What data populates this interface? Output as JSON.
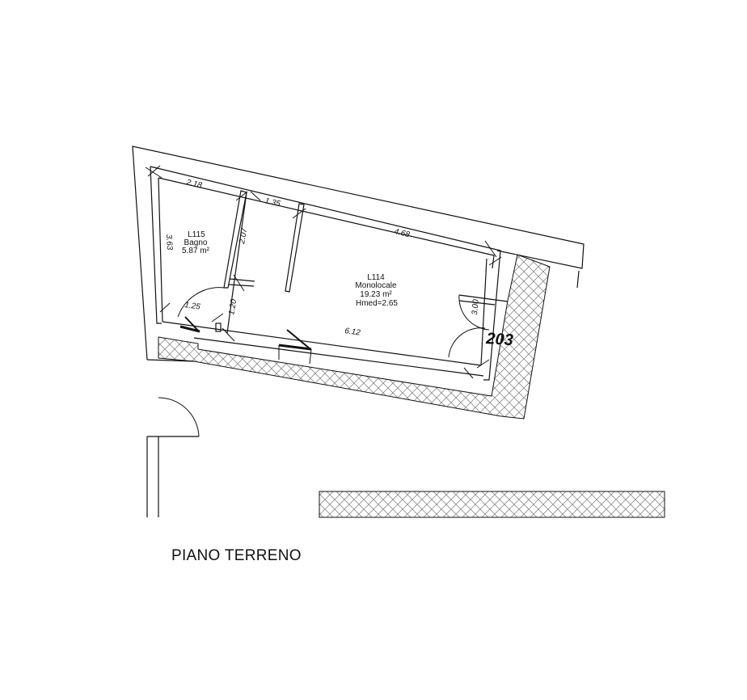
{
  "plan": {
    "title": "PIANO TERRENO",
    "unit_number": "203",
    "rooms": [
      {
        "code": "L115",
        "name": "Bagno",
        "area": "5.87 m²"
      },
      {
        "code": "L114",
        "name": "Monolocale",
        "area": "19.23 m²",
        "height": "Hmed=2.65"
      }
    ],
    "dimensions": {
      "d218": "2.18",
      "d135": "1.35",
      "d468": "4.68",
      "d363": "3.63",
      "d207": "2.07",
      "d125": "1.25",
      "d120": "1.20",
      "d612": "6.12",
      "d300": "3.00"
    }
  }
}
